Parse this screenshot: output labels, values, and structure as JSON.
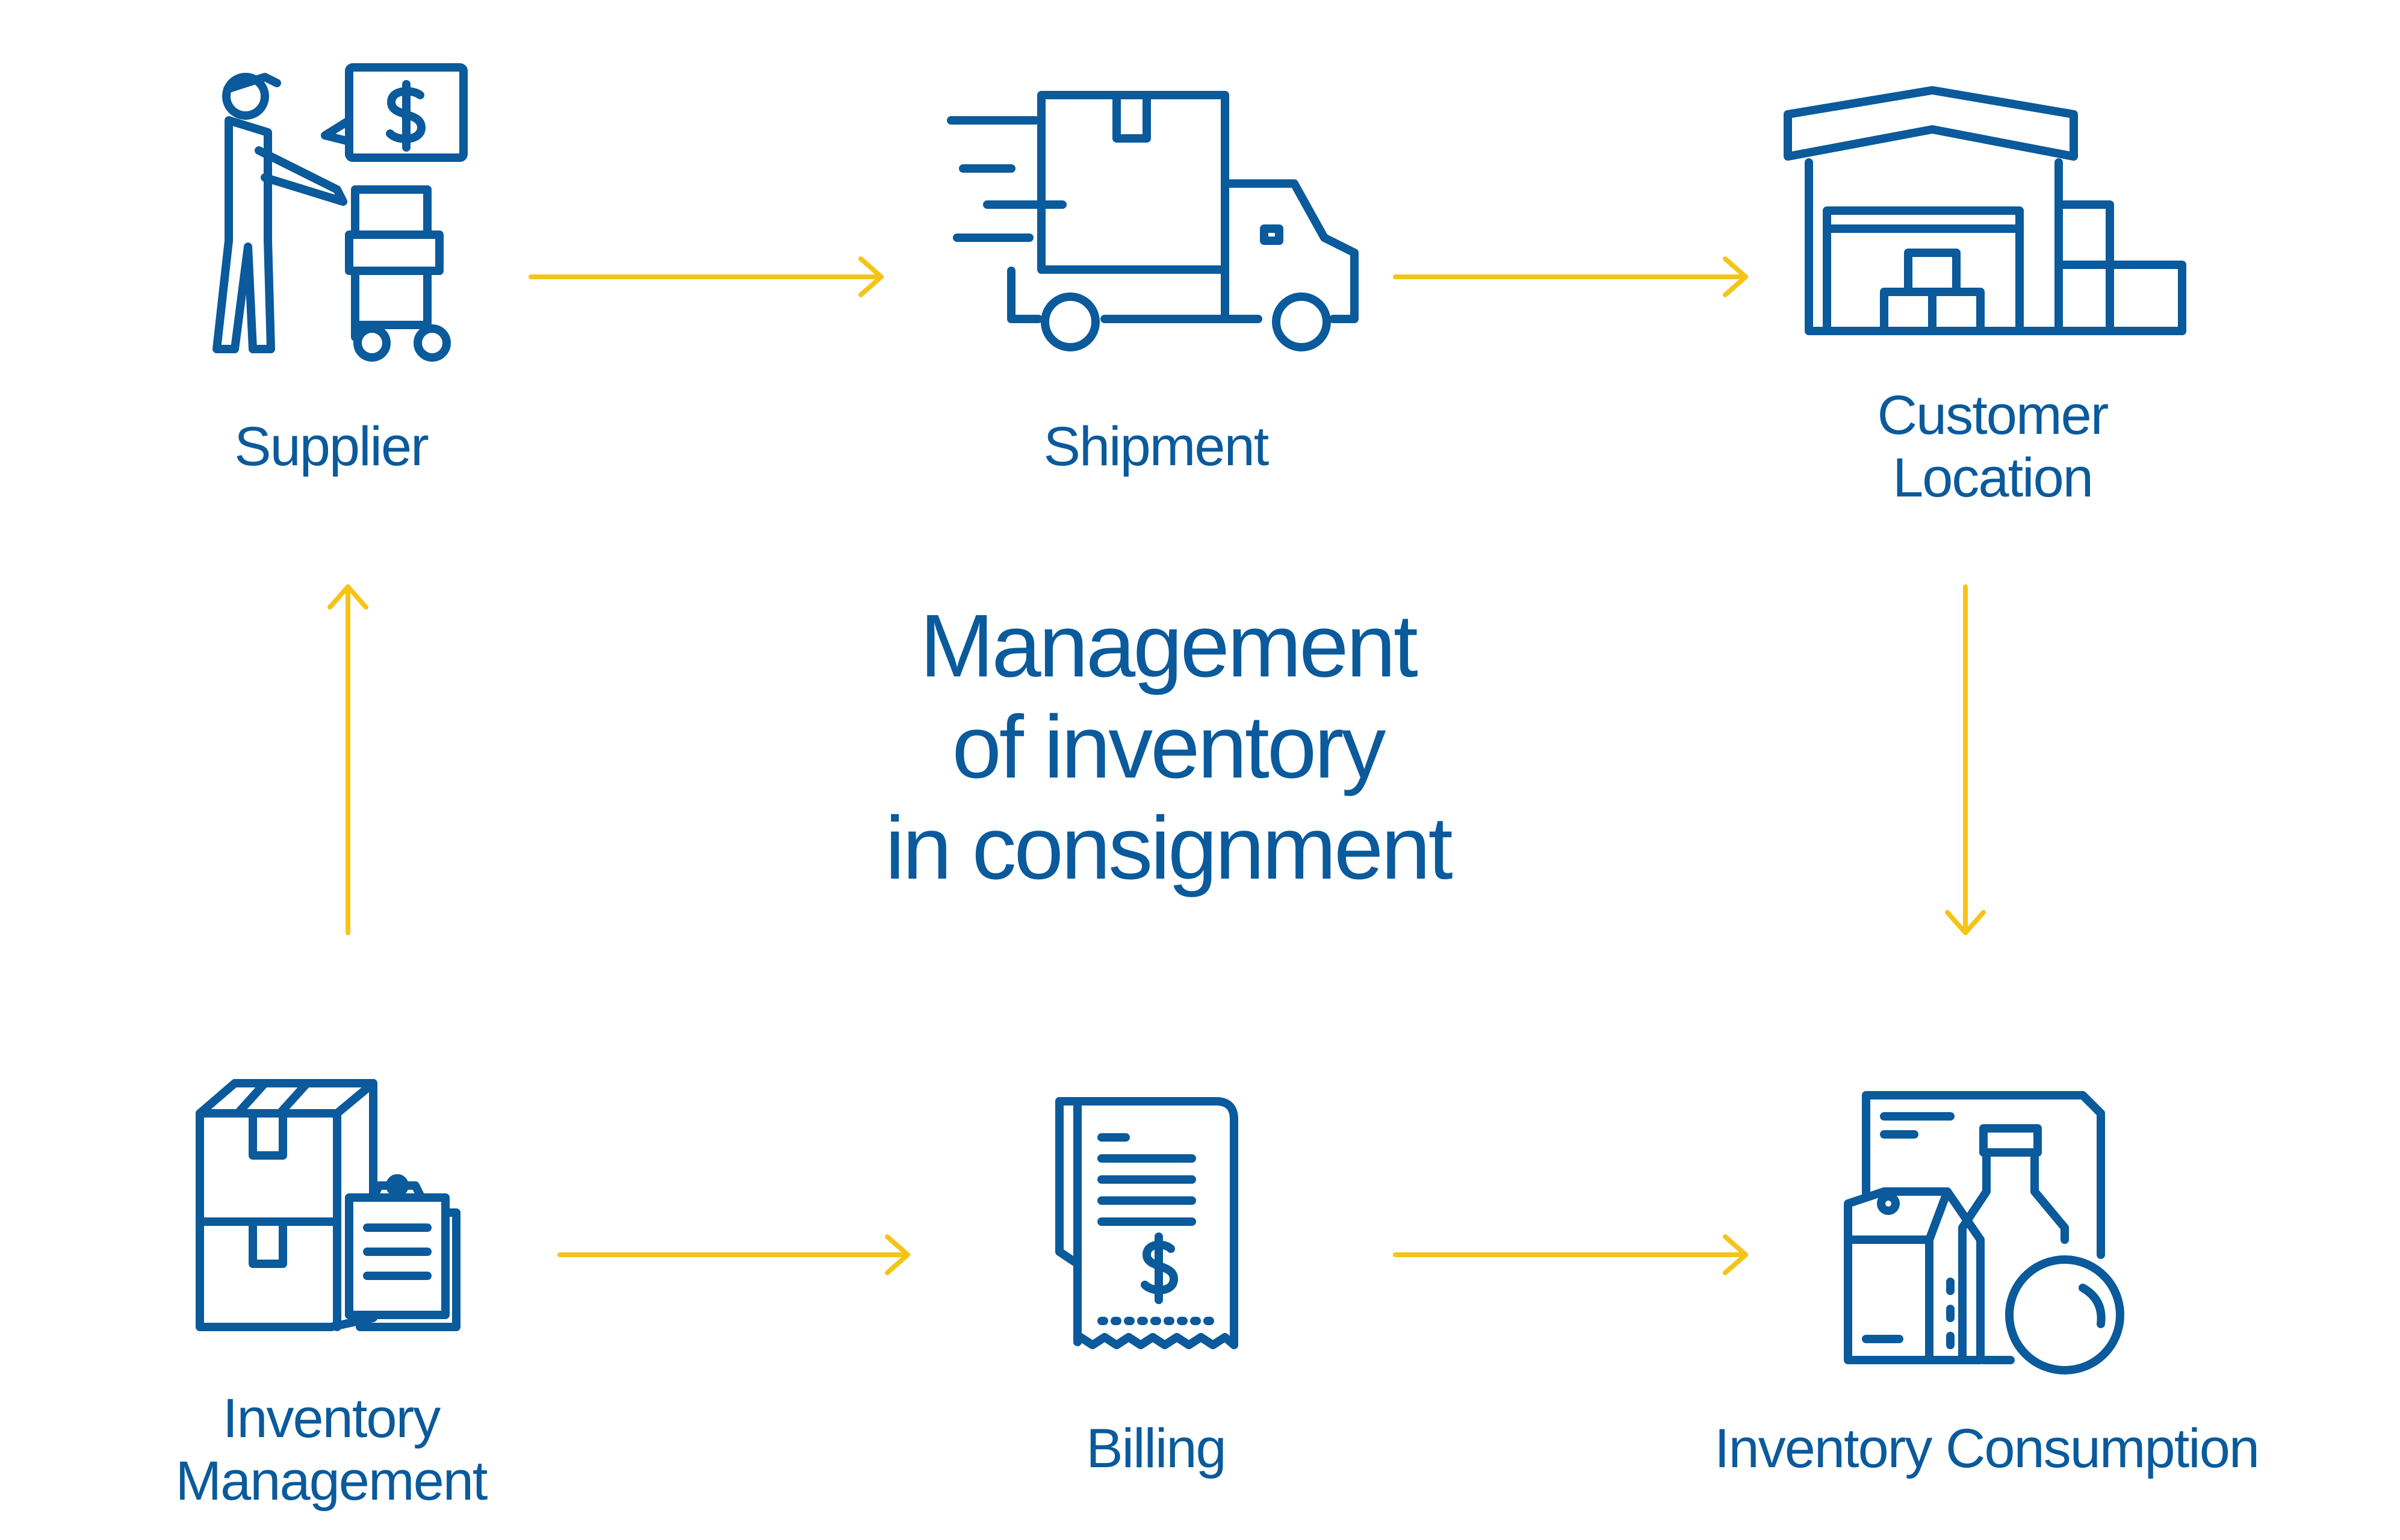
{
  "title": {
    "line1": "Management",
    "line2": "of inventory",
    "line3": "in consignment"
  },
  "nodes": {
    "supplier": {
      "label": "Supplier"
    },
    "shipment": {
      "label": "Shipment"
    },
    "customer_location": {
      "line1": "Customer",
      "line2": "Location"
    },
    "inventory_management": {
      "line1": "Inventory",
      "line2": "Management"
    },
    "billing": {
      "label": "Billing"
    },
    "inventory_consumption": {
      "label": "Inventory Consumption"
    }
  },
  "colors": {
    "icon_blue": "#0a5a9c",
    "text_blue": "#0a5a9c",
    "arrow_yellow": "#f5c417",
    "background": "#ffffff"
  }
}
